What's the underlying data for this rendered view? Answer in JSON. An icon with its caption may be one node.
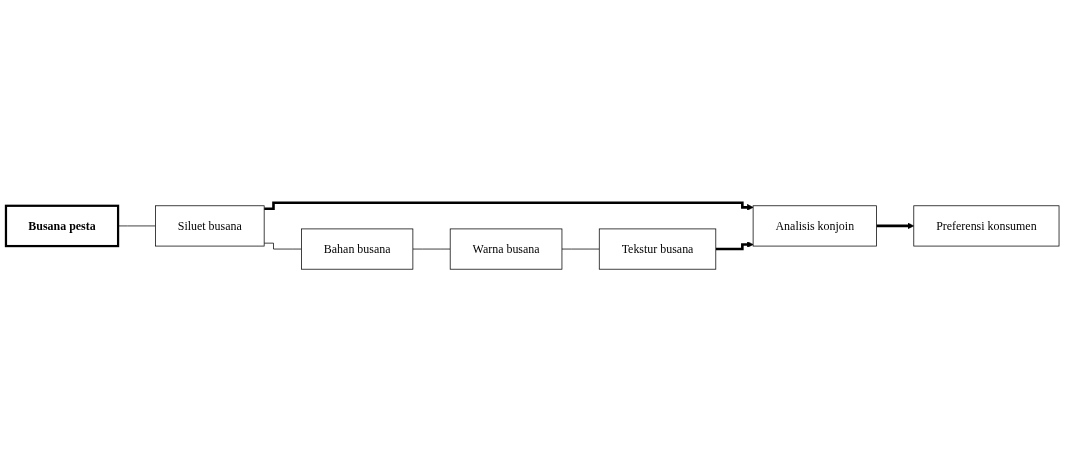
{
  "diagram": {
    "nodes": [
      {
        "text": [
          "Busana pesta"
        ]
      },
      {
        "text": [
          "Siluet busana"
        ]
      },
      {
        "text": [
          "Bahan busana"
        ]
      },
      {
        "text": [
          "Warna busana"
        ]
      },
      {
        "text": [
          "Tekstur busana"
        ]
      },
      {
        "text": [
          "Analisis konjoin"
        ]
      },
      {
        "text": [
          "Preferensi konsumen"
        ]
      }
    ],
    "edges": [
      {
        "from": 0,
        "to": 1,
        "arrow": "none"
      },
      {
        "from": 1,
        "to": 2,
        "arrow": "none"
      },
      {
        "from": 2,
        "to": 3,
        "arrow": "none"
      },
      {
        "from": 3,
        "to": 4,
        "arrow": "none"
      },
      {
        "from": 1,
        "to": 5,
        "arrow": "to",
        "style": "thick"
      },
      {
        "from": 4,
        "to": 5,
        "arrow": "to",
        "style": "thick"
      },
      {
        "from": 5,
        "to": 6,
        "arrow": "to",
        "style": "thick"
      }
    ]
  }
}
